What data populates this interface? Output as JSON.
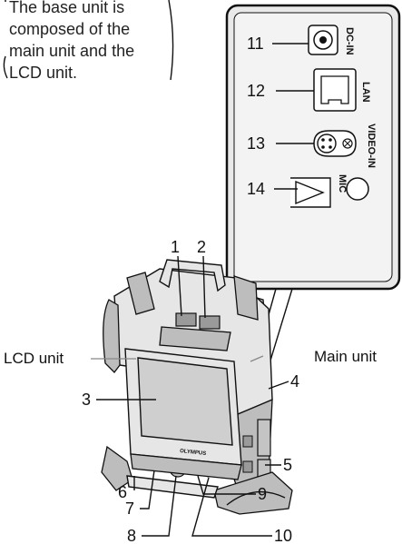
{
  "note": {
    "lines": [
      "The base unit is",
      "composed of the",
      "main unit and the",
      "LCD unit."
    ]
  },
  "ports": [
    {
      "number": "11",
      "label": "DC-IN",
      "icon": "dc-in-jack-icon"
    },
    {
      "number": "12",
      "label": "LAN",
      "icon": "lan-port-icon"
    },
    {
      "number": "13",
      "label": "VIDEO-IN",
      "icon": "video-in-port-icon"
    },
    {
      "number": "14",
      "label": "MIC",
      "icon": "mic-jack-icon"
    }
  ],
  "callouts": {
    "c1": "1",
    "c2": "2",
    "c3": "3",
    "c4": "4",
    "c5": "5",
    "c6": "6",
    "c7": "7",
    "c8": "8",
    "c9": "9",
    "c10": "10"
  },
  "labels": {
    "lcd_unit": "LCD unit",
    "main_unit": "Main unit"
  },
  "logo_text": "OLYMPUS"
}
